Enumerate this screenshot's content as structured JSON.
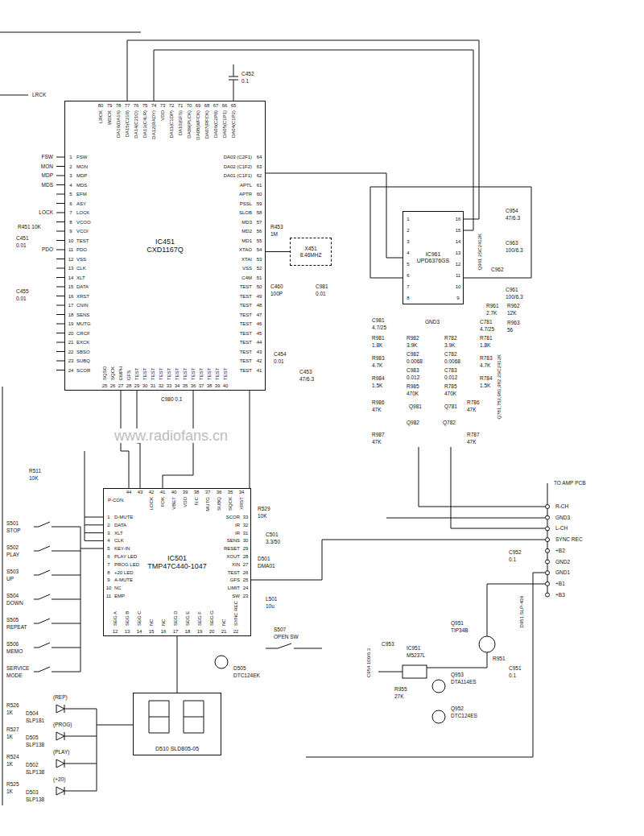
{
  "diagram": {
    "nodes": [
      {
        "text": [
          "IC451",
          "CXD1167Q"
        ]
      },
      {
        "text": [
          "IC961",
          "UPD6376GS"
        ]
      },
      {
        "text": [
          "IC501",
          "TMP47C440-1047"
        ]
      },
      {
        "text": [
          "X451",
          "8.46MHZ"
        ]
      },
      {
        "text": [
          "D510 SLD805-05"
        ]
      }
    ],
    "edges": [
      {
        "from": 0,
        "to": 3,
        "arrow": "none"
      },
      {
        "from": 0,
        "to": 1,
        "arrow": "none"
      },
      {
        "from": 0,
        "to": 2,
        "arrow": "none"
      },
      {
        "from": 2,
        "to": 4,
        "arrow": "none"
      }
    ],
    "labels": [
      "1",
      "2",
      "3",
      "4",
      "5",
      "6",
      "7",
      "8",
      "9",
      "10",
      "11",
      "12",
      "13",
      "14",
      "15",
      "16",
      "17",
      "18",
      "19",
      "20",
      "21",
      "22",
      "23",
      "24",
      "FSW",
      "MON",
      "MDP",
      "MDS",
      "EFM",
      "ASY",
      "LOCK",
      "VCOO",
      "VCOI",
      "TEST",
      "PDO",
      "VSS",
      "CLK",
      "XLT",
      "DATA",
      "XRST",
      "CNIN",
      "SENS",
      "MUTG",
      "CRCF",
      "EXCK",
      "SBSO",
      "SUBQ",
      "SCOR",
      "80",
      "79",
      "78",
      "77",
      "76",
      "75",
      "74",
      "73",
      "72",
      "71",
      "70",
      "69",
      "68",
      "67",
      "66",
      "65",
      "LRCK",
      "WDCK",
      "DA16(DA16)",
      "DA15(C210)",
      "DA14(C21O)",
      "DA13(C4LR)",
      "DA12(RADY)",
      "VDD",
      "DA11(C1DP)",
      "DA10(GFS)",
      "DA09(PLCK)",
      "DA08(WFCK)",
      "DA07(RFCK)",
      "DA06(C2P0)",
      "DA05(C1P1)",
      "DA04(C1P2)",
      "64",
      "63",
      "62",
      "61",
      "60",
      "59",
      "58",
      "57",
      "56",
      "55",
      "54",
      "53",
      "52",
      "51",
      "50",
      "49",
      "48",
      "47",
      "46",
      "45",
      "44",
      "43",
      "42",
      "41",
      "DA03 (C2F1)",
      "DA02 (C1F2)",
      "DA01 (C1F1)",
      "APTL",
      "APTR",
      "PSSL",
      "SLOB",
      "MD3",
      "MD2",
      "MD1",
      "XTAO",
      "XTAI",
      "VSS",
      "C4M",
      "TEST",
      "TEST",
      "TEST",
      "TEST",
      "TEST",
      "TEST",
      "TEST",
      "TEST",
      "TEST",
      "TEST",
      "25",
      "26",
      "27",
      "28",
      "29",
      "30",
      "31",
      "32",
      "33",
      "34",
      "35",
      "36",
      "37",
      "38",
      "39",
      "40",
      "SQSO",
      "SQCK",
      "EMPH",
      "GFS",
      "TEST",
      "TEST",
      "TEST",
      "TEST",
      "TEST",
      "TEST",
      "TEST",
      "TEST",
      "TEST",
      "TEST",
      "TEST",
      "TEST",
      "LRCK",
      "FSW",
      "MON",
      "MDP",
      "MDS",
      "LOCK",
      "R451 10K",
      "C451",
      "0.01",
      "PDO",
      "C455",
      "0.01",
      "C452",
      "0.1",
      "R453",
      "1M",
      "C460",
      "100P",
      "C981",
      "0.01",
      "C454",
      "0.01",
      "C453",
      "47/6.3",
      "C980 0.1",
      "www.radiofans.cn",
      "1",
      "2",
      "3",
      "4",
      "5",
      "6",
      "7",
      "8",
      "16",
      "15",
      "14",
      "13",
      "12",
      "11",
      "10",
      "9",
      "C954",
      "47/6.3",
      "C963",
      "100/6.3",
      "C962",
      "Q961 2SC2412K",
      "C961",
      "100/6.3",
      "R961",
      "2.7K",
      "R962",
      "12K",
      "R963",
      "56",
      "C981",
      "4.7/25",
      "GND3",
      "C781",
      "4.7/25",
      "R981",
      "1.8K",
      "R982",
      "3.9K",
      "R782",
      "3.9K",
      "R781",
      "1.8K",
      "C982",
      "0.0068",
      "C782",
      "0.0068",
      "R983",
      "4.7K",
      "R783",
      "4.7K",
      "C983",
      "0.012",
      "C783",
      "0.012",
      "R984",
      "1.5K",
      "R784",
      "1.5K",
      "R985",
      "470K",
      "R785",
      "470K",
      "R986",
      "47K",
      "R786",
      "47K",
      "Q981",
      "Q781",
      "Q982",
      "Q782",
      "R987",
      "47K",
      "R787",
      "47K",
      "Q781,782,981,982 2SC2412K",
      "TO AMP PCB",
      "R-CH",
      "GND3",
      "L-CH",
      "SYNC REC",
      "+B2",
      "GND2",
      "GND1",
      "+B1",
      "+B3",
      "44",
      "43",
      "42",
      "41",
      "40",
      "39",
      "38",
      "37",
      "36",
      "35",
      "34",
      "LOCK",
      "FOK",
      "VBET",
      "VDD",
      "N.C",
      "MUTG",
      "SUBQ",
      "SQCK",
      "XRST",
      "P-CON",
      "1",
      "2",
      "3",
      "4",
      "5",
      "6",
      "7",
      "8",
      "9",
      "10",
      "11",
      "D-MUTE",
      "DATA",
      "XLT",
      "CLK",
      "KEY-IN",
      "PLAY LED",
      "PROG LED",
      "+20 LED",
      "A-MUTE",
      "NC",
      "EMP",
      "33",
      "32",
      "31",
      "30",
      "29",
      "28",
      "27",
      "26",
      "25",
      "24",
      "23",
      "SCOR",
      "IR",
      "IR",
      "SENS",
      "RESET",
      "XOUT",
      "XIN",
      "TEST",
      "GFS",
      "LIMIT",
      "SW",
      "12",
      "13",
      "14",
      "15",
      "16",
      "17",
      "18",
      "19",
      "20",
      "21",
      "22",
      "SEG A",
      "SEG B",
      "SEG C",
      "NC",
      "NC",
      "SEG D",
      "SEG E",
      "SEG F",
      "SEG G",
      "NC",
      "SYNC REC",
      "R511",
      "10K",
      "R529",
      "10K",
      "C501",
      "3.3/50",
      "D501",
      "DMA01",
      "L501",
      "10u",
      "S507",
      "OPEN SW",
      "D505",
      "DTC124EK",
      "S501",
      "STOP",
      "S502",
      "PLAY",
      "S503",
      "UP",
      "S504",
      "DOWN",
      "S505",
      "REPEAT",
      "S506",
      "MEMO",
      "SERVICE",
      "MODE",
      "(REP)",
      "R526",
      "1K",
      "D504",
      "SLP181",
      "(PROG)",
      "R527",
      "1K",
      "D505",
      "SLP138",
      "(PLAY)",
      "R524",
      "1K",
      "D502",
      "SLP138",
      "(+20)",
      "R525",
      "1K",
      "D503",
      "SLP138",
      "C954 100/6.3",
      "C953",
      "IC951",
      "M5237L",
      "R955",
      "27K",
      "Q951",
      "TIP34B",
      "R951",
      "Q953",
      "DTA114ES",
      "Q952",
      "DTC124ES",
      "C951",
      "0.1",
      "C952",
      "0.1",
      "D951 SLP-409"
    ]
  }
}
